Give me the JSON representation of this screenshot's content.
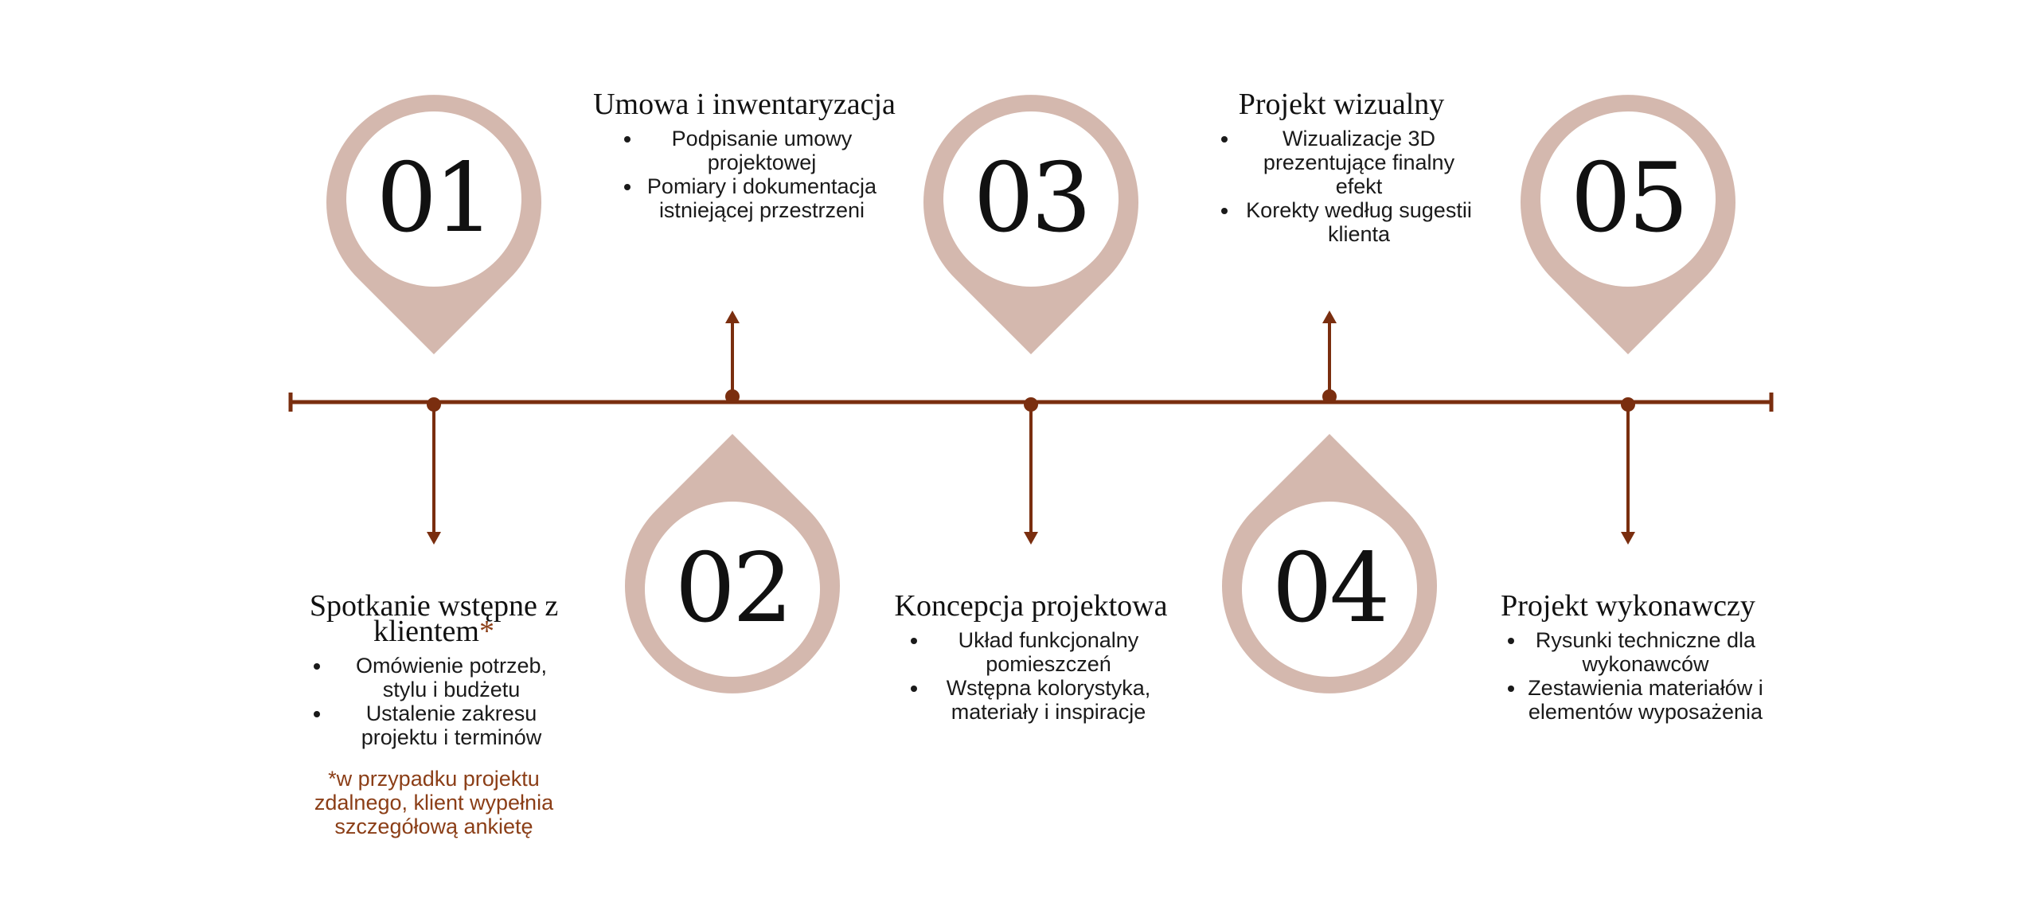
{
  "colors": {
    "pin": "#d4b8ae",
    "line": "#7a2e0f",
    "note": "#8b3e17"
  },
  "steps": [
    {
      "number": "01",
      "title": "Spotkanie wstępne z klientem",
      "title_mark": "*",
      "bullets": [
        "Omówienie potrzeb, stylu i budżetu",
        "Ustalenie zakresu projektu i terminów"
      ],
      "note": "*w przypadku projektu zdalnego, klient wypełnia szczegółową ankietę"
    },
    {
      "number": "02",
      "title": "Umowa i inwentaryzacja",
      "bullets": [
        "Podpisanie umowy projektowej",
        "Pomiary i dokumentacja istniejącej przestrzeni"
      ]
    },
    {
      "number": "03",
      "title": "Koncepcja projektowa",
      "bullets": [
        "Układ funkcjonalny pomieszczeń",
        "Wstępna kolorystyka, materiały i inspiracje"
      ]
    },
    {
      "number": "04",
      "title": "Projekt wizualny",
      "bullets": [
        "Wizualizacje 3D prezentujące finalny efekt",
        "Korekty według sugestii klienta"
      ]
    },
    {
      "number": "05",
      "title": "Projekt wykonawczy",
      "bullets": [
        "Rysunki techniczne dla wykonawców",
        "Zestawienia materiałów i elementów wyposażenia"
      ]
    }
  ]
}
